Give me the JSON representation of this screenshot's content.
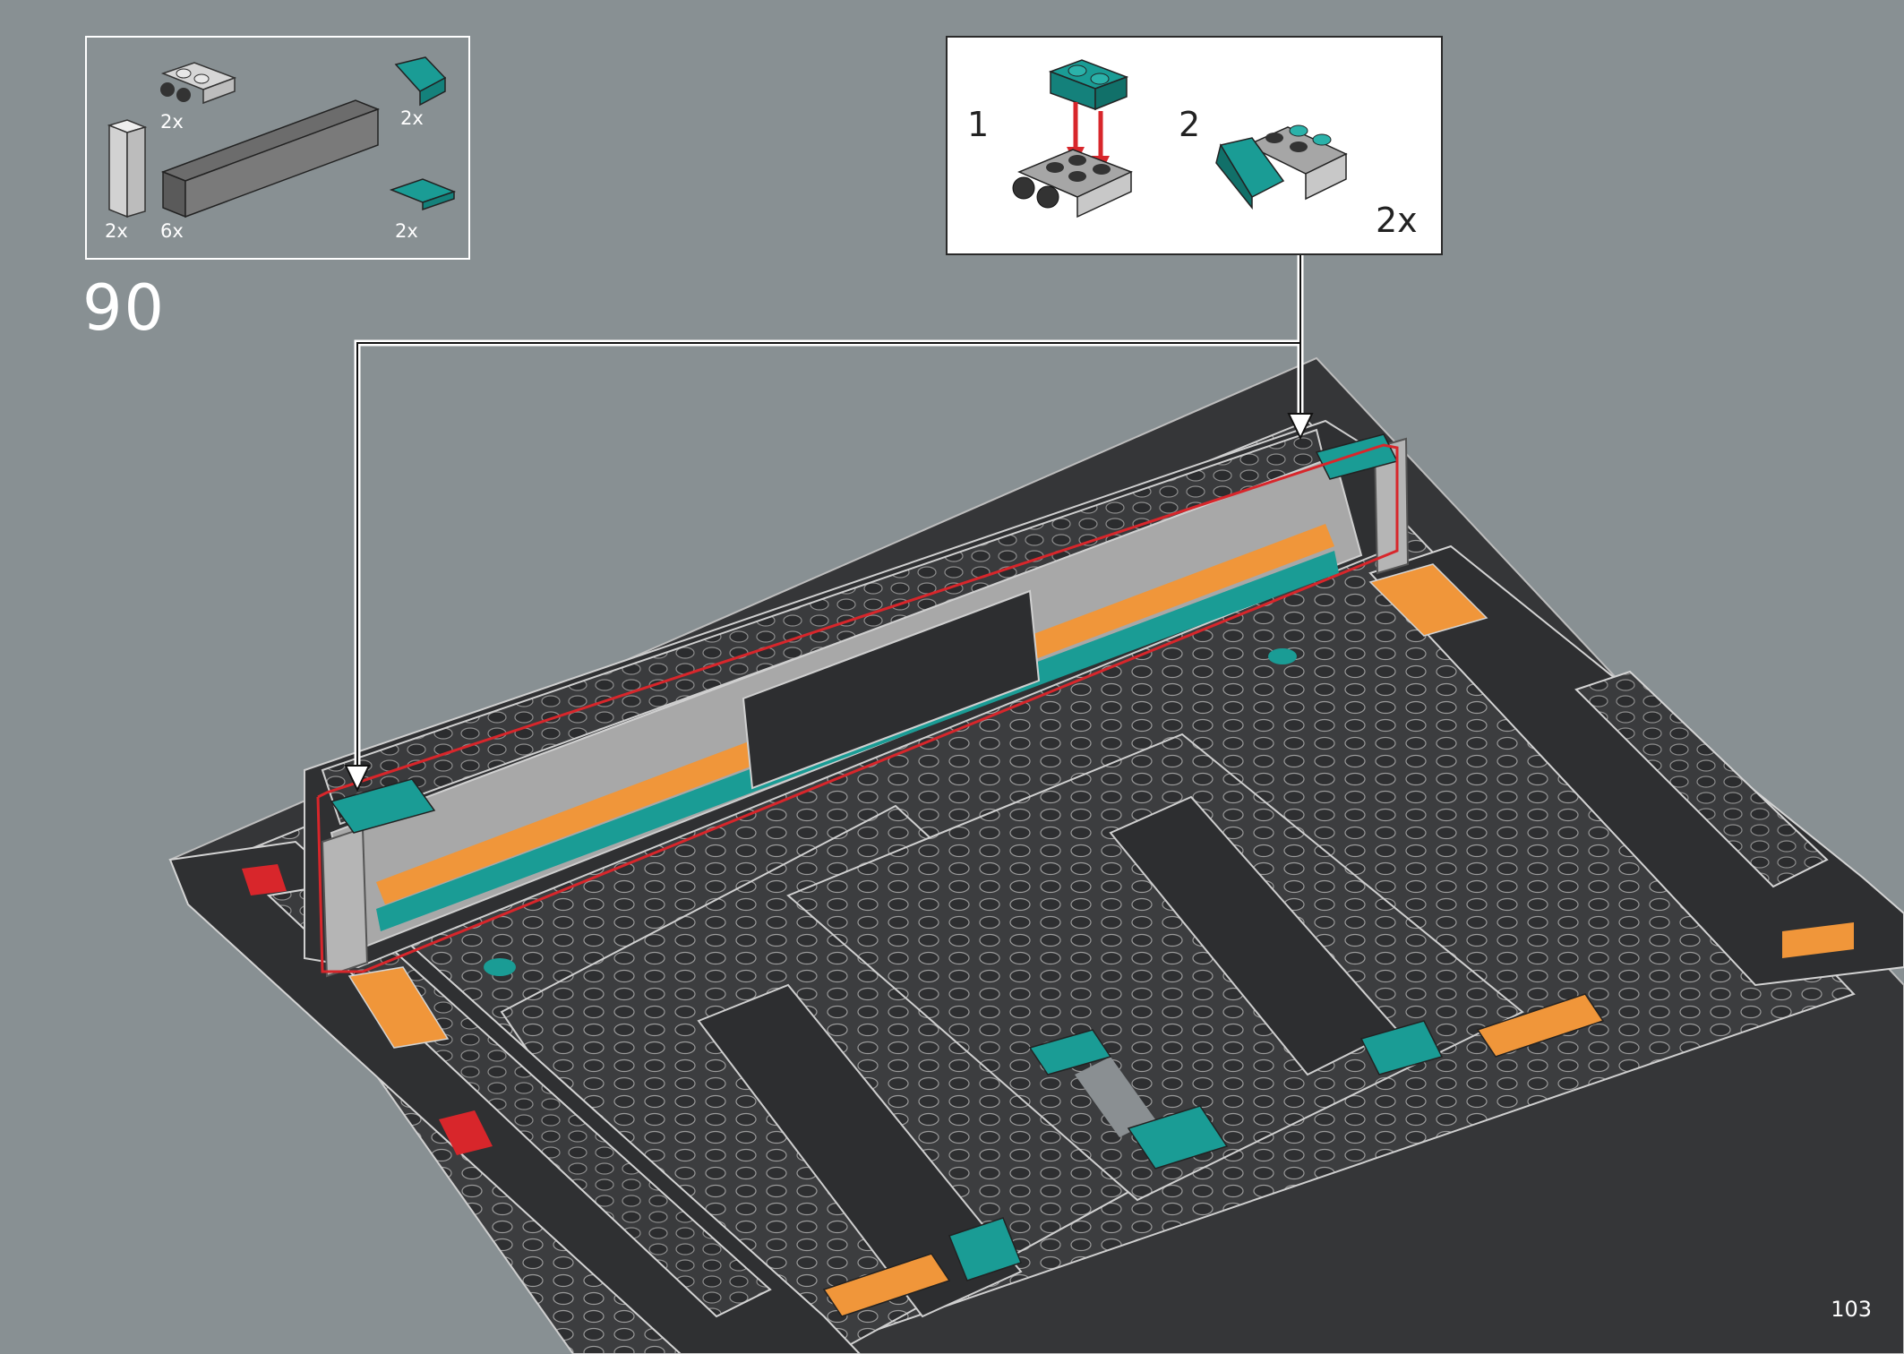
{
  "step": {
    "number": "90"
  },
  "parts": [
    {
      "name": "grey-bracket-plate",
      "qty": "2x"
    },
    {
      "name": "teal-slope-1x2",
      "qty": "2x"
    },
    {
      "name": "light-grey-brick-1x1x3",
      "qty": "2x"
    },
    {
      "name": "dark-grey-brick-1x10",
      "qty": "6x"
    },
    {
      "name": "teal-plate-1x2",
      "qty": "2x"
    }
  ],
  "callout": {
    "substep_1": "1",
    "substep_2": "2",
    "qty": "2x"
  },
  "page": {
    "number": "103"
  },
  "colors": {
    "background": "#889093",
    "teal": "#1a9c95",
    "orange": "#f0963a",
    "dark": "#3a3b3d",
    "light_grey": "#a9a9a9",
    "red_highlight": "#d8262b"
  }
}
